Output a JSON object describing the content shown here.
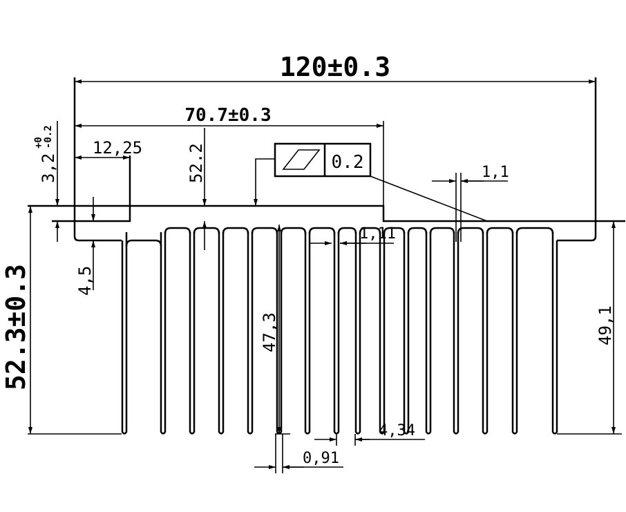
{
  "title": "Heatsink profile drawing",
  "dimensions": {
    "overall_width": "120±0.3",
    "partial_width": "70.7±0.3",
    "flange_width": "12,25",
    "flange_thickness": "3,2",
    "flange_tol_upper": "+0",
    "flange_tol_lower": "-0.2",
    "center_mark": "52.2",
    "base_thickness": "4,5",
    "overall_height": "52.3±0.3",
    "fin_height": "47,3",
    "right_height": "49,1",
    "fin_gap_top": "1,11",
    "fin_pitch": "4,34",
    "fin_thickness": "0,91",
    "right_fin": "1,1"
  },
  "tolerance_frame": {
    "symbol": "flatness-icon",
    "value": "0.2"
  }
}
